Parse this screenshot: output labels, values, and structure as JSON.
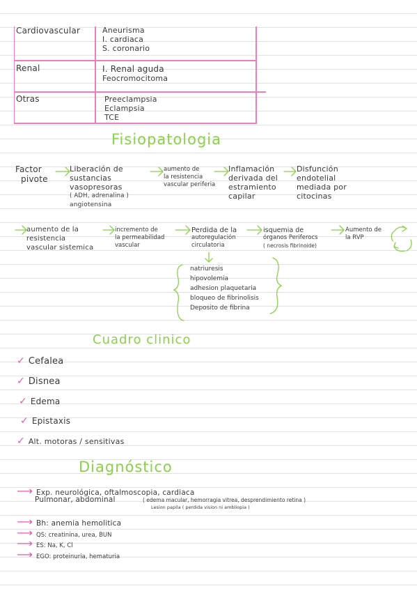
{
  "table": {
    "rows": [
      {
        "label": "Cardiovascular",
        "items": [
          "Aneurisma",
          "I. cardiaca",
          "S. coronario"
        ]
      },
      {
        "label": "Renal",
        "items": [
          "I. Renal aguda",
          "Feocromocitoma"
        ]
      },
      {
        "label": "Otras",
        "items": [
          "Preeclampsia",
          "Eclampsia",
          "TCE"
        ]
      }
    ]
  },
  "fisio": {
    "title": "Fisiopatologia",
    "factor": [
      "Factor",
      "pivote"
    ],
    "liberacion": [
      "Liberación de",
      "sustancias",
      "vasopresoras",
      "( ADH, adrenalina  )",
      "angiotensina"
    ],
    "aumento1": [
      "aumento de",
      "la resistencia",
      "vascular periferia"
    ],
    "inflamacion": [
      "Inflamación",
      "derivada del",
      "estramiento",
      "capilar"
    ],
    "disfuncion": [
      "Disfunción",
      "endotelial",
      "mediada por",
      "citocinas"
    ],
    "aumento2": [
      "aumento de la",
      "resistencia",
      "vascular sistemica"
    ],
    "incremento": [
      "incremento de",
      "la permeabilidad",
      "vascular"
    ],
    "perdida": [
      "Perdida de la",
      "autoregulación",
      "circulatoria"
    ],
    "isquemia": [
      "isquemia de",
      "órganos Periferocs",
      "( necrosis fibrinoide)"
    ],
    "aumento3": [
      "Aumento de",
      "la RVP"
    ],
    "sub": [
      "natriuresis",
      "hipovolemia",
      "adhesion plaquetaria",
      "bloqueo de fibrinolisis",
      "Deposito de fibrina"
    ]
  },
  "cuadro": {
    "title": "Cuadro clinico",
    "items": [
      "Cefalea",
      "Disnea",
      "Edema",
      "Epistaxis",
      "Alt. motoras / sensitivas"
    ]
  },
  "diag": {
    "title": "Diagnóstico",
    "exp_line1": "Exp. neurológica, oftalmoscopia, cardiaca",
    "exp_line2": "Pulmonar, abdominal",
    "exp_note1": "( edema macular, hemorragia vitrea, desprendimiento retina )",
    "exp_note2": "Lesion papila      ( perdida vision  ni ambliopia )",
    "bh": "Bh: anemia hemolitica",
    "qs": "QS: creatinina, urea, BUN",
    "es": "ES: Na, K, Cl",
    "ego": "EGO: proteinuria, hematuria"
  }
}
